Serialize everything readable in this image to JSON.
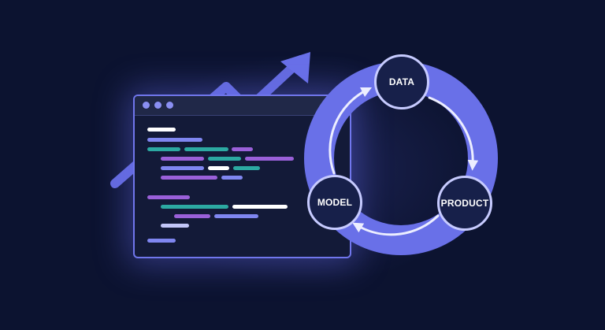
{
  "colors": {
    "background": "#0c1330",
    "ring": "#6970e8",
    "node_fill": "#17204a",
    "node_border": "#c7cbff",
    "arrow": "#eceeff",
    "window_border": "#7076ec"
  },
  "code_window": {
    "icon": "code-editor-icon",
    "controls": [
      "dot",
      "dot",
      "dot"
    ]
  },
  "trend_arrow": {
    "icon": "trend-arrow-icon"
  },
  "cycle": {
    "nodes": {
      "data": "DATA",
      "product": "PRODUCT",
      "model": "MODEL"
    },
    "arrows": [
      "data-to-product",
      "product-to-model",
      "model-to-data"
    ]
  }
}
